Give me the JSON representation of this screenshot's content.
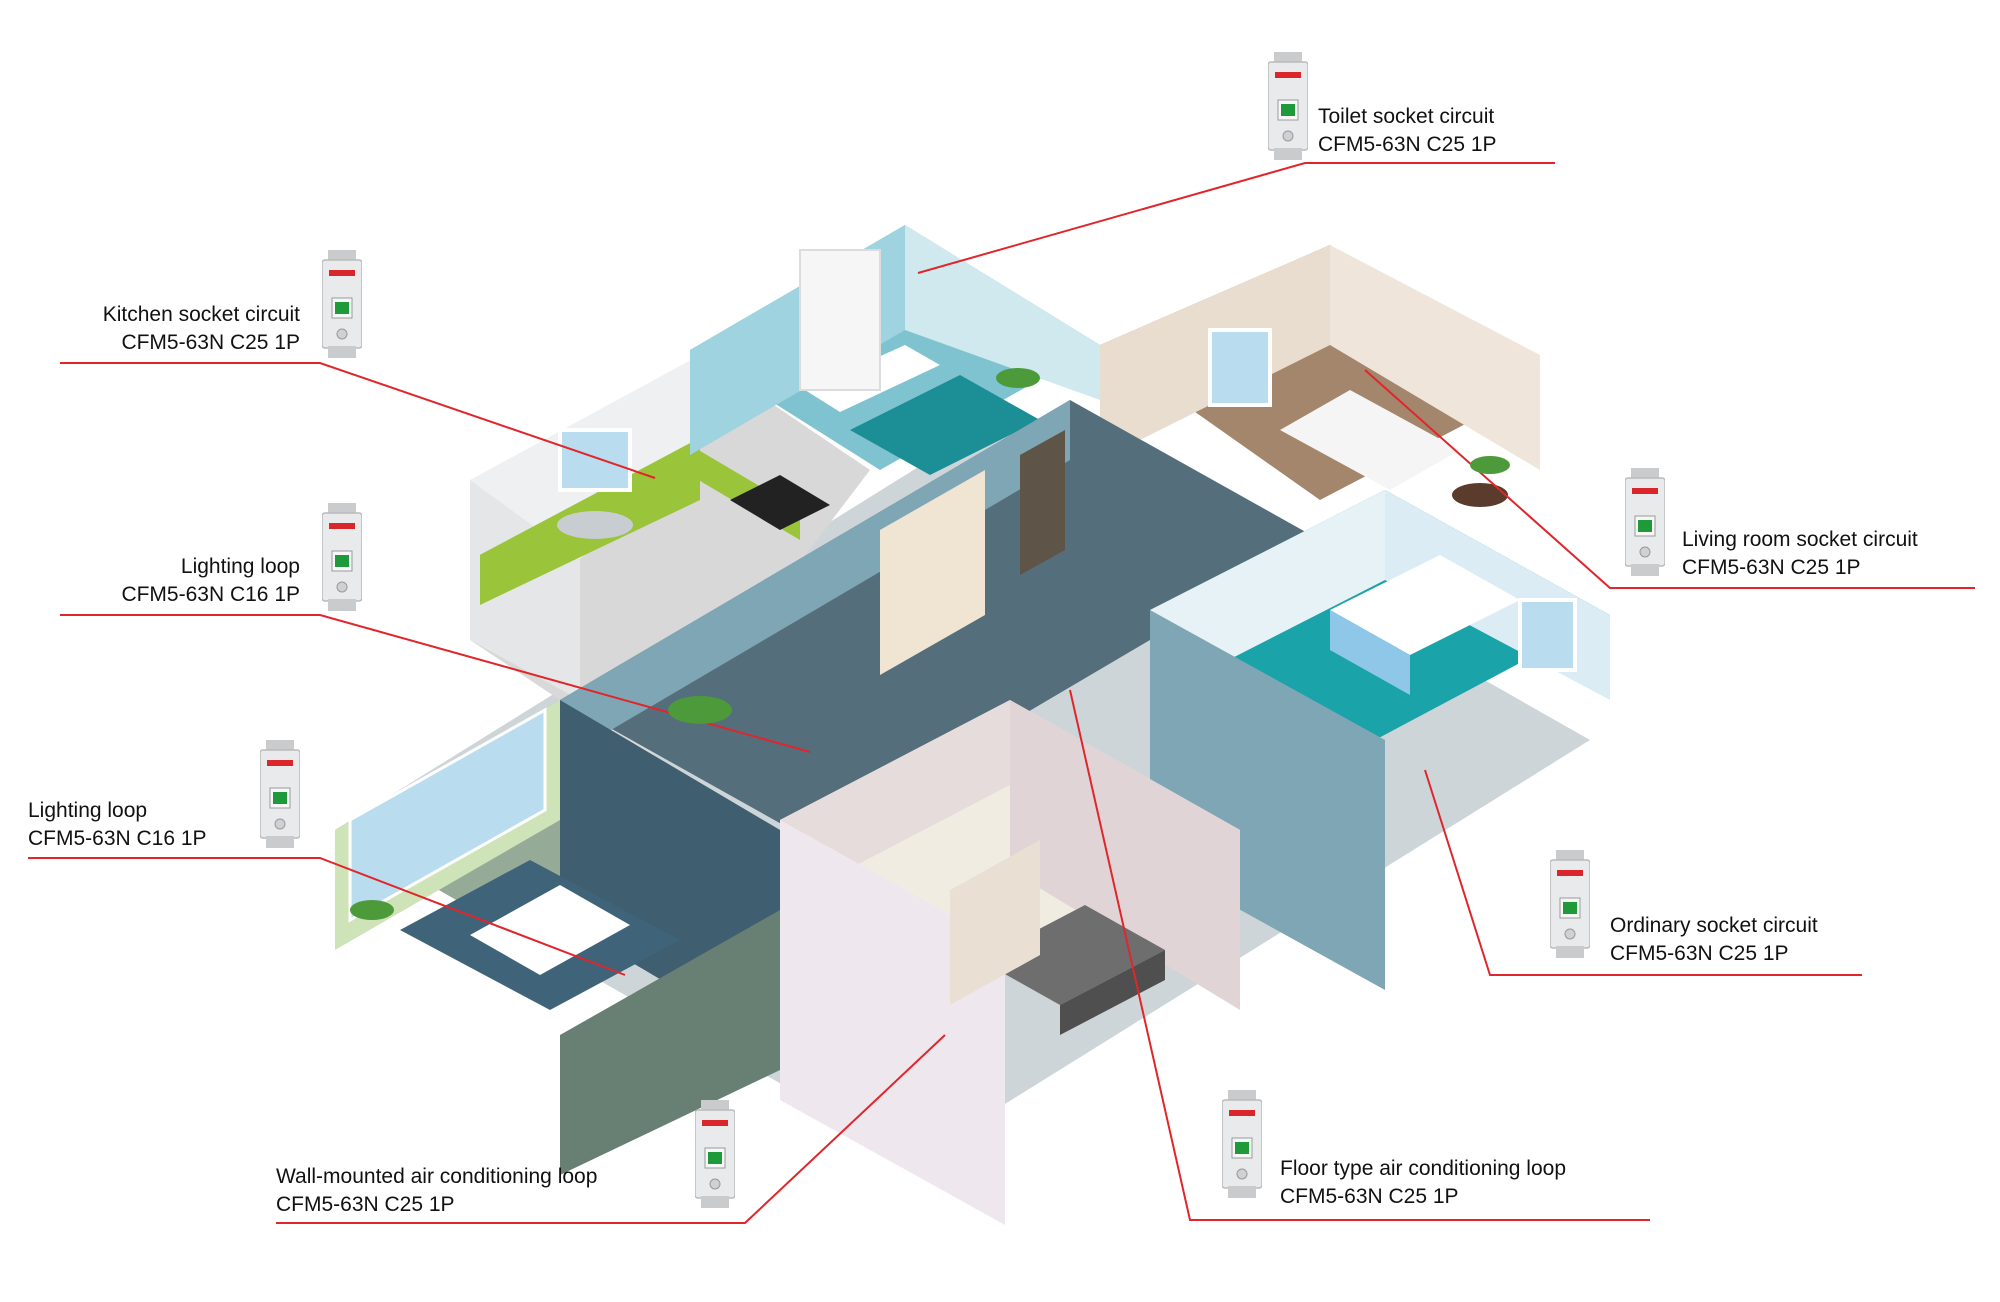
{
  "colors": {
    "leader_line": "#e0262b",
    "floor_hall": "#556e7b",
    "wall_blue": "#7fa6b4",
    "kitchen_accent": "#9ac43a",
    "teal_floor": "#1aa3a8",
    "breaker_green": "#1e9a3a"
  },
  "icons": {
    "breaker": "mcb-breaker-icon",
    "plant": "plant-icon"
  },
  "callouts": [
    {
      "id": "toilet",
      "name": "Toilet socket circuit",
      "model": "CFM5-63N C25 1P"
    },
    {
      "id": "kitchen",
      "name": "Kitchen socket circuit",
      "model": "CFM5-63N C25 1P"
    },
    {
      "id": "living",
      "name": "Living room socket circuit",
      "model": "CFM5-63N C25 1P"
    },
    {
      "id": "lighting1",
      "name": "Lighting loop",
      "model": "CFM5-63N C16 1P"
    },
    {
      "id": "lighting2",
      "name": "Lighting loop",
      "model": "CFM5-63N C16 1P"
    },
    {
      "id": "ordinary",
      "name": "Ordinary socket circuit",
      "model": "CFM5-63N C25 1P"
    },
    {
      "id": "wallac",
      "name": "Wall-mounted air conditioning loop",
      "model": "CFM5-63N C25 1P"
    },
    {
      "id": "floorac",
      "name": "Floor type air conditioning loop",
      "model": "CFM5-63N C25 1P"
    }
  ]
}
